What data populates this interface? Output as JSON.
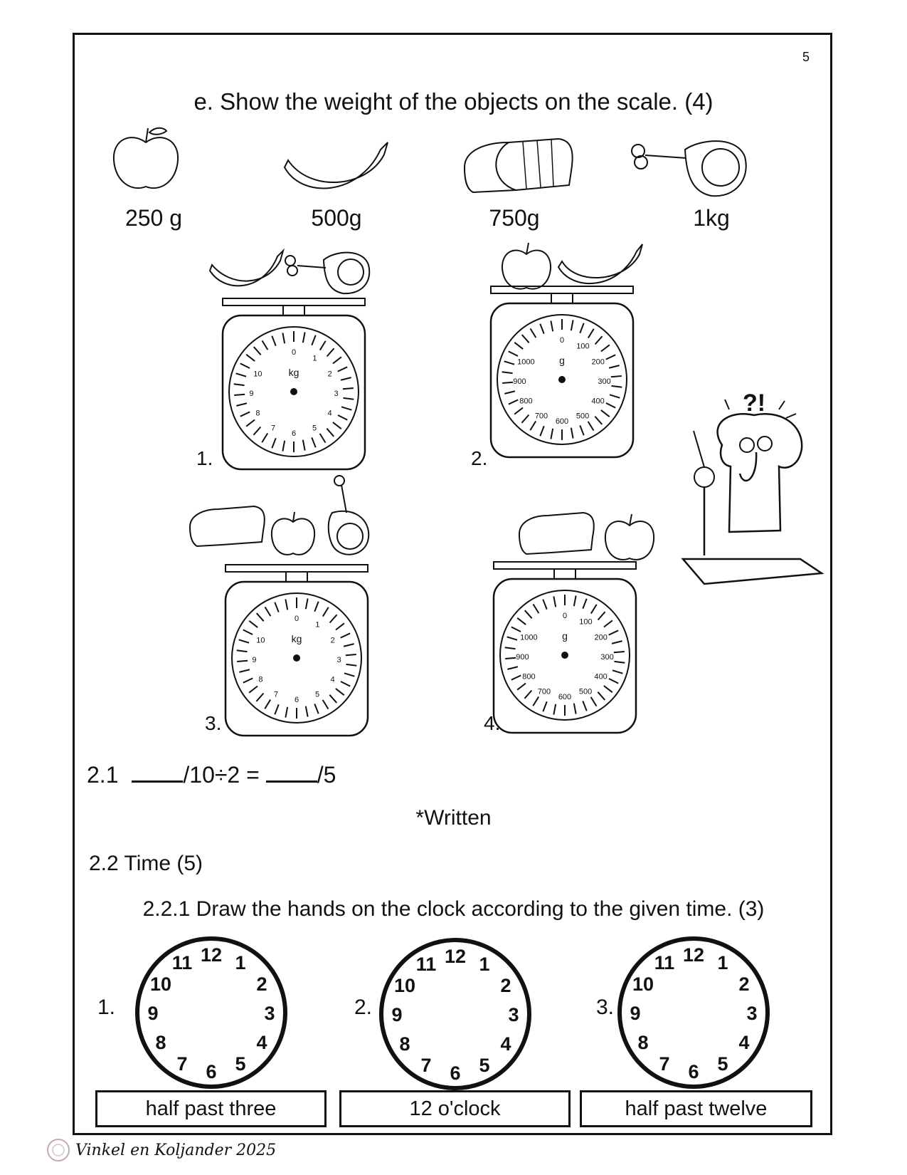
{
  "page_number": "5",
  "heading": "e. Show the weight of the objects on the scale. (4)",
  "objects": [
    {
      "name": "apple",
      "weight": "250 g"
    },
    {
      "name": "banana",
      "weight": "500g"
    },
    {
      "name": "bread",
      "weight": "750g"
    },
    {
      "name": "ham",
      "weight": "1kg"
    }
  ],
  "scales": [
    {
      "number": "1.",
      "unit": "kg",
      "ticks": [
        "0",
        "1",
        "2",
        "3",
        "4",
        "5",
        "6",
        "7",
        "8",
        "9",
        "10"
      ]
    },
    {
      "number": "2.",
      "unit": "g",
      "ticks": [
        "0",
        "100",
        "200",
        "300",
        "400",
        "500",
        "600",
        "700",
        "800",
        "900",
        "1000"
      ]
    },
    {
      "number": "3.",
      "unit": "kg",
      "ticks": [
        "0",
        "1",
        "2",
        "3",
        "4",
        "5",
        "6",
        "7",
        "8",
        "9",
        "10"
      ]
    },
    {
      "number": "4.",
      "unit": "g",
      "ticks": [
        "0",
        "100",
        "200",
        "300",
        "400",
        "500",
        "600",
        "700",
        "800",
        "900",
        "1000"
      ]
    }
  ],
  "equation": {
    "prefix": "2.1",
    "divisor": "/10÷2 =",
    "suffix": "/5"
  },
  "written": "*Written",
  "time_title": "2.2 Time (5)",
  "clock_instruction": "2.2.1 Draw the hands on the clock according to the given time. (3)",
  "clocks": [
    {
      "number": "1.",
      "time": "half past three"
    },
    {
      "number": "2.",
      "time": "12 o'clock"
    },
    {
      "number": "3.",
      "time": "half past twelve"
    }
  ],
  "clock_face_numbers": [
    "12",
    "1",
    "2",
    "3",
    "4",
    "5",
    "6",
    "7",
    "8",
    "9",
    "10",
    "11"
  ],
  "footer": "Vinkel en Koljander 2025"
}
